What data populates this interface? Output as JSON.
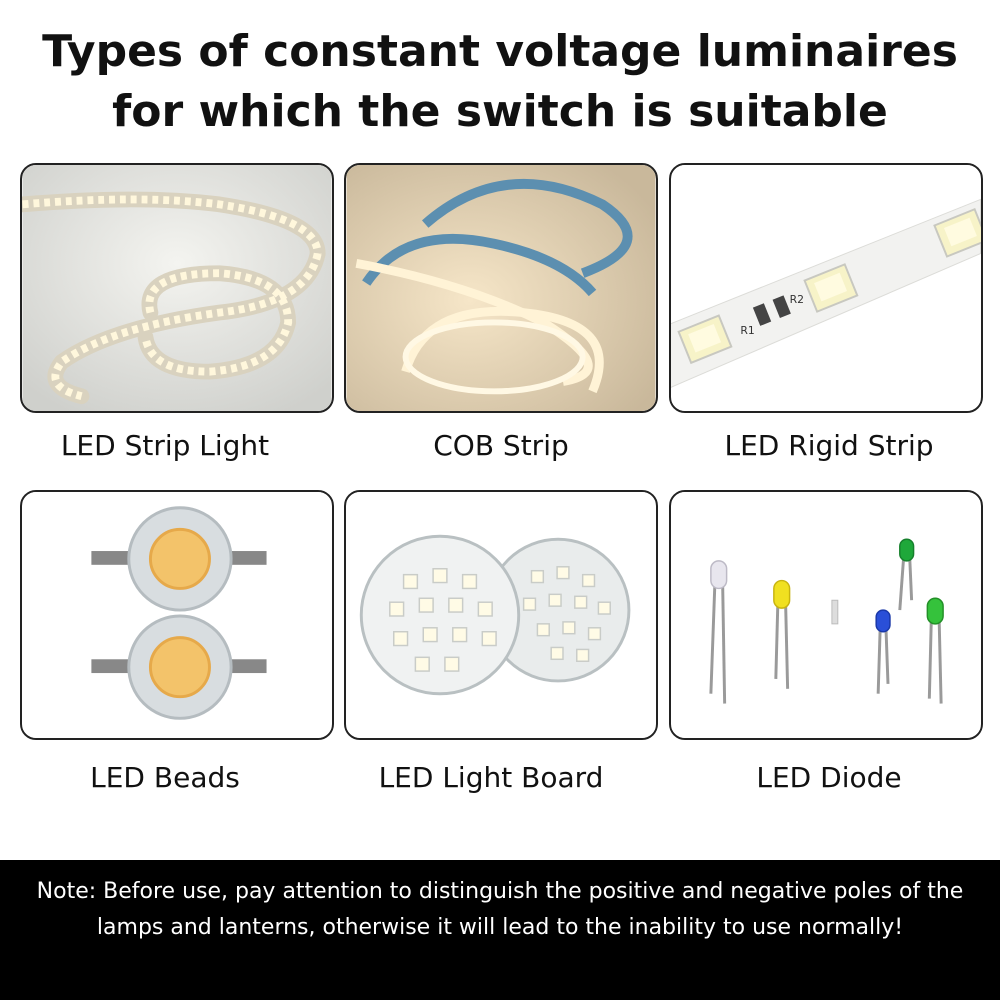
{
  "title": {
    "line1": "Types of constant voltage luminaires",
    "line2": "for which the switch is suitable"
  },
  "items": [
    {
      "label": "LED Strip Light",
      "icon": "led-strip-light-image"
    },
    {
      "label": "COB Strip",
      "icon": "cob-strip-image"
    },
    {
      "label": "LED Rigid Strip",
      "icon": "led-rigid-strip-image",
      "pcb_marks": [
        "R1",
        "R2"
      ]
    },
    {
      "label": "LED Beads",
      "icon": "led-beads-image"
    },
    {
      "label": "LED Light Board",
      "icon": "led-light-board-image"
    },
    {
      "label": "LED Diode",
      "icon": "led-diode-image"
    }
  ],
  "note": "Note: Before use, pay attention to distinguish the positive and negative poles of the lamps and lanterns, otherwise it will lead to the inability to use normally!",
  "colors": {
    "footer_bg": "#000000",
    "footer_text": "#ffffff",
    "card_border": "#222222"
  }
}
